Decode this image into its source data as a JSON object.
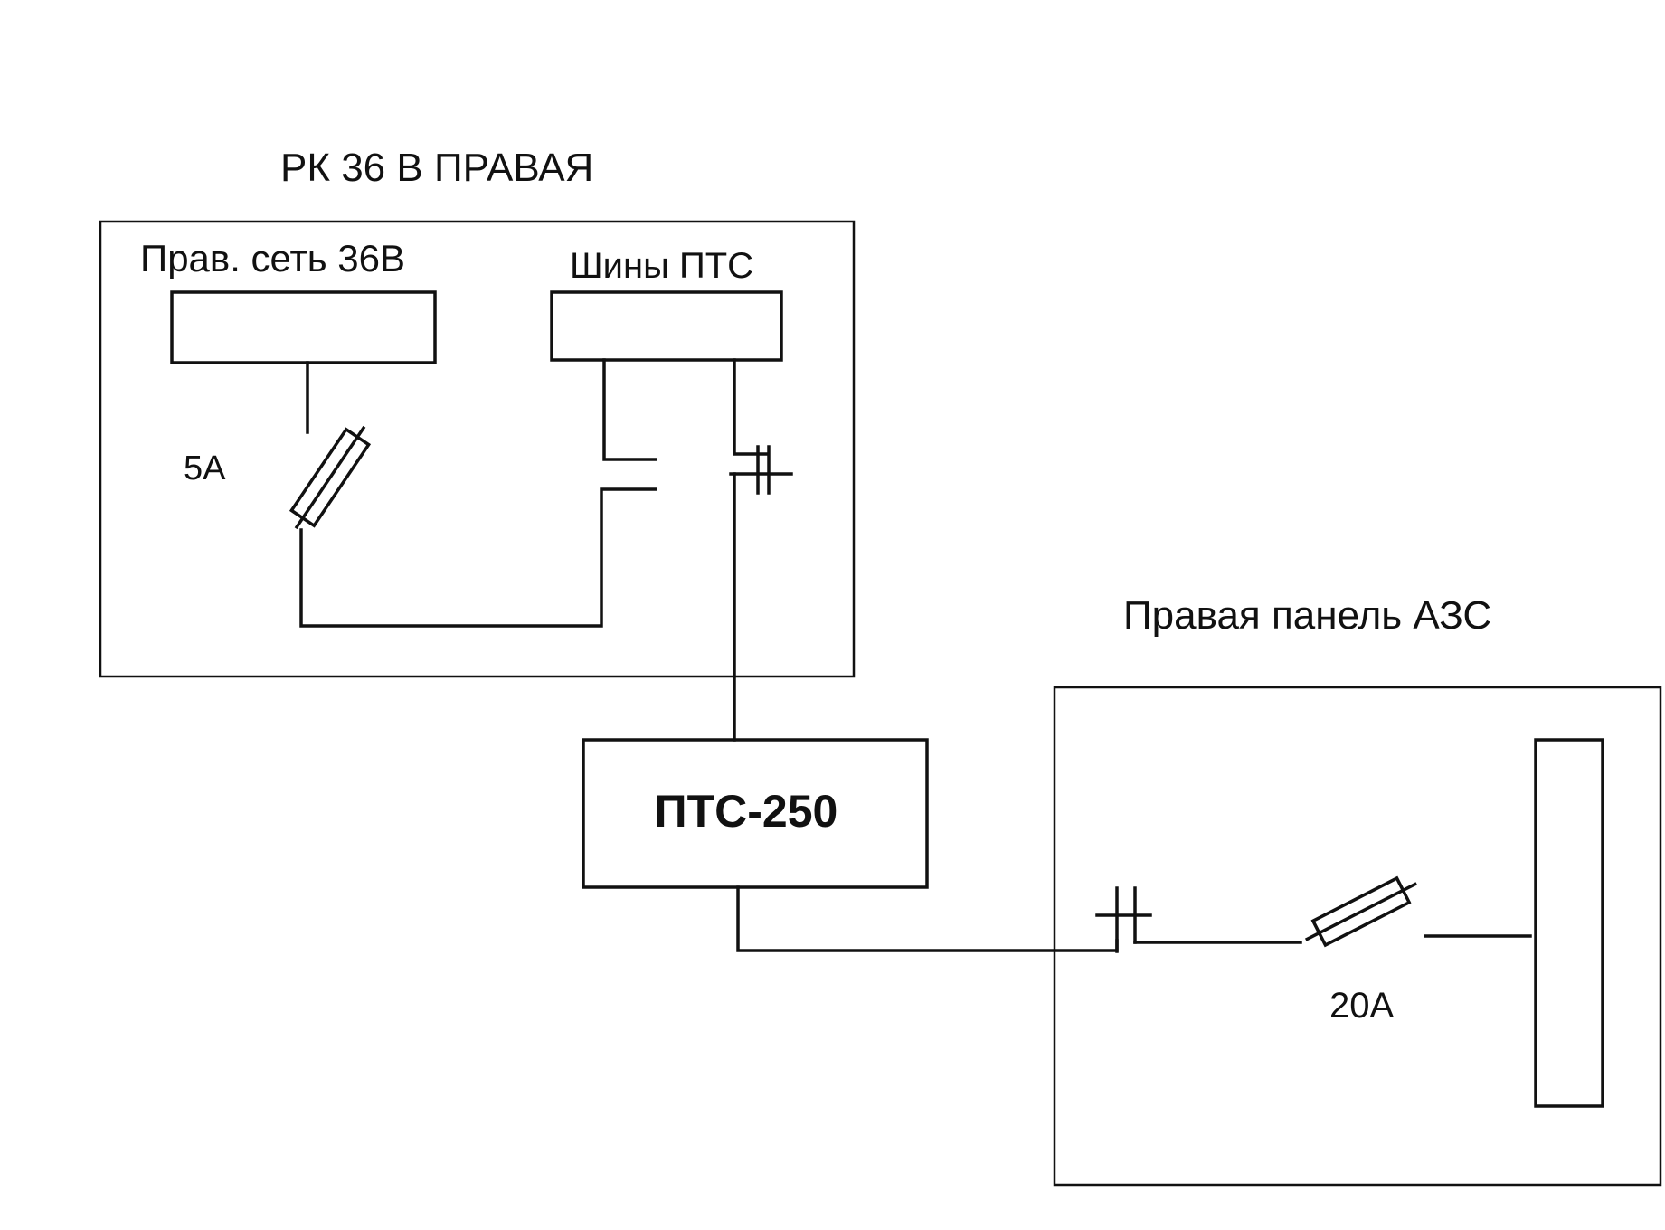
{
  "left_panel": {
    "title": "РК 36 В  ПРАВАЯ",
    "net_bus_label": "Прав. сеть 36В",
    "pts_bus_label": "Шины ПТС",
    "fuse_rating": "5А"
  },
  "converter": {
    "label": "ПТС-250"
  },
  "right_panel": {
    "title": "Правая панель АЗС",
    "fuse_rating": "20А"
  }
}
